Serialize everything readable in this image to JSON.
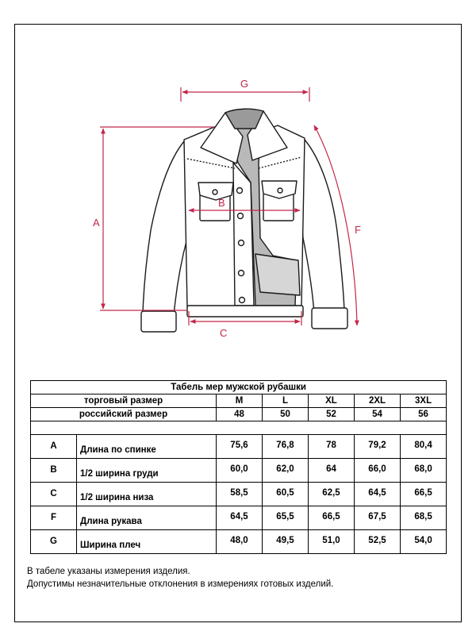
{
  "diagram": {
    "accent_color": "#c2274a",
    "labels": {
      "G": "G",
      "A": "A",
      "B": "B",
      "F": "F",
      "C": "C"
    }
  },
  "table": {
    "title": "Табель мер мужской рубашки",
    "trade_size_label": "торговый размер",
    "russian_size_label": "российский размер",
    "trade_sizes": [
      "M",
      "L",
      "XL",
      "2XL",
      "3XL"
    ],
    "russian_sizes": [
      "48",
      "50",
      "52",
      "54",
      "56"
    ],
    "rows": [
      {
        "code": "A",
        "name": "Длина по спинке",
        "values": [
          "75,6",
          "76,8",
          "78",
          "79,2",
          "80,4"
        ]
      },
      {
        "code": "B",
        "name": "1/2 ширина груди",
        "values": [
          "60,0",
          "62,0",
          "64",
          "66,0",
          "68,0"
        ]
      },
      {
        "code": "C",
        "name": "1/2 ширина низа",
        "values": [
          "58,5",
          "60,5",
          "62,5",
          "64,5",
          "66,5"
        ]
      },
      {
        "code": "F",
        "name": "Длина рукава",
        "values": [
          "64,5",
          "65,5",
          "66,5",
          "67,5",
          "68,5"
        ]
      },
      {
        "code": "G",
        "name": "Ширина плеч",
        "values": [
          "48,0",
          "49,5",
          "51,0",
          "52,5",
          "54,0"
        ]
      }
    ]
  },
  "notes": [
    "В табеле указаны измерения изделия.",
    "Допустимы незначительные отклонения в измерениях готовых изделий."
  ]
}
